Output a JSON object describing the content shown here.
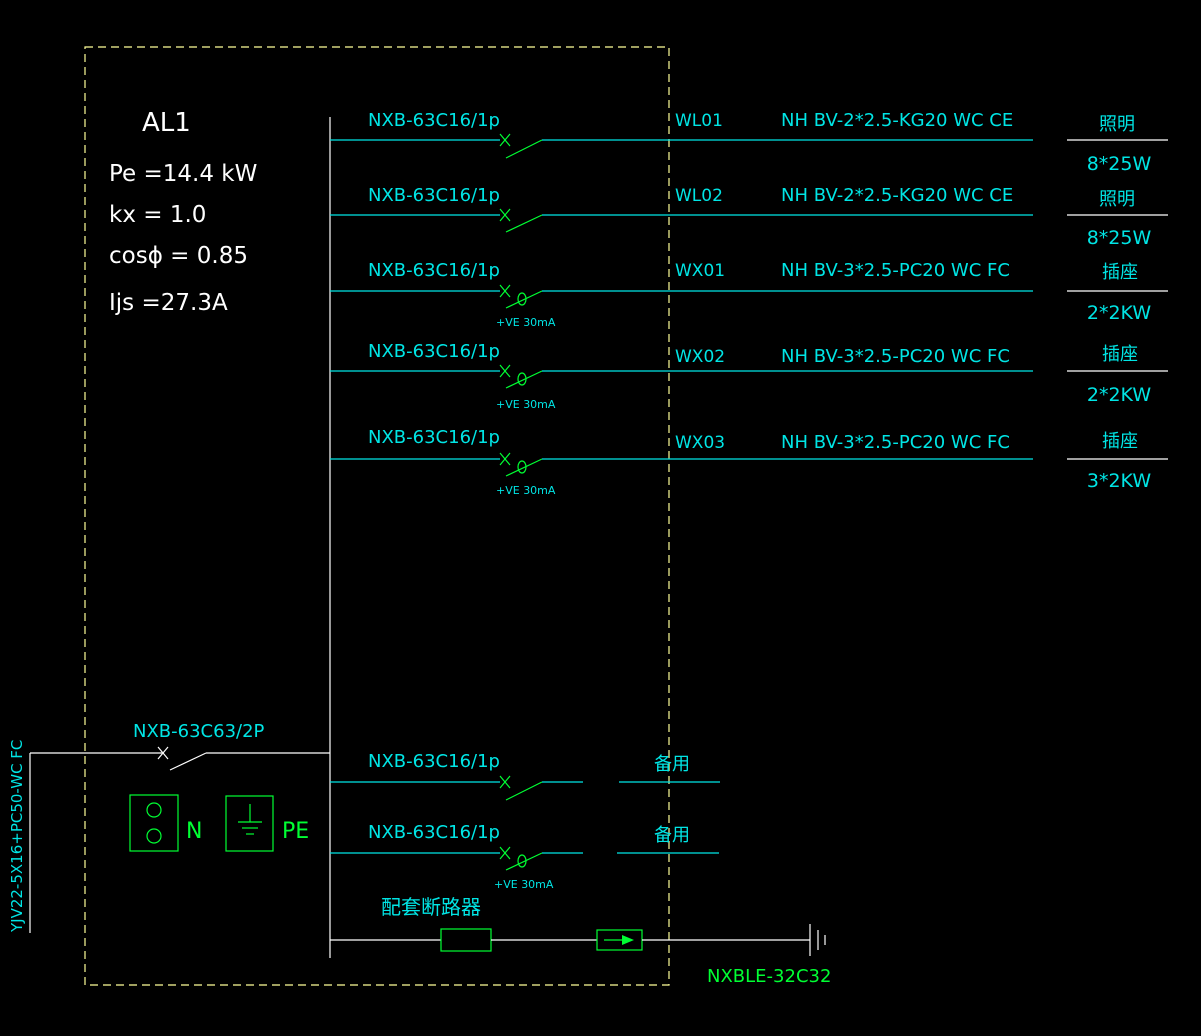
{
  "panel": {
    "name": "AL1",
    "pe": "Pe =14.4 kW",
    "kx": "kx = 1.0",
    "cos": "cosϕ = 0.85",
    "ijs": "Ijs =27.3A"
  },
  "incoming": {
    "cable": "YJV22-5X16+PC50-WC FC",
    "breaker": "NXB-63C63/2P",
    "n_label": "N",
    "pe_label": "PE"
  },
  "circuits": [
    {
      "breaker": "NXB-63C16/1p",
      "rcd": "",
      "id": "WL01",
      "cable": "NH BV-2*2.5-KG20 WC CE",
      "load": "照明",
      "power": "8*25W"
    },
    {
      "breaker": "NXB-63C16/1p",
      "rcd": "",
      "id": "WL02",
      "cable": "NH BV-2*2.5-KG20 WC CE",
      "load": "照明",
      "power": "8*25W"
    },
    {
      "breaker": "NXB-63C16/1p",
      "rcd": "+VE 30mA",
      "id": "WX01",
      "cable": "NH BV-3*2.5-PC20 WC FC",
      "load": "插座",
      "power": "2*2KW"
    },
    {
      "breaker": "NXB-63C16/1p",
      "rcd": "+VE 30mA",
      "id": "WX02",
      "cable": "NH BV-3*2.5-PC20 WC FC",
      "load": "插座",
      "power": "2*2KW"
    },
    {
      "breaker": "NXB-63C16/1p",
      "rcd": "+VE 30mA",
      "id": "WX03",
      "cable": "NH BV-3*2.5-PC20 WC FC",
      "load": "插座",
      "power": "3*2KW"
    }
  ],
  "spares": [
    {
      "breaker": "NXB-63C16/1p",
      "rcd": "",
      "label": "备用"
    },
    {
      "breaker": "NXB-63C16/1p",
      "rcd": "+VE 30mA",
      "label": "备用"
    }
  ],
  "surge": {
    "label": "配套断路器",
    "model": "NXBLE-32C32"
  },
  "colors": {
    "frame": "#ffff99",
    "white": "#ffffff",
    "cyan": "#00e5e5",
    "green": "#00ff33"
  }
}
